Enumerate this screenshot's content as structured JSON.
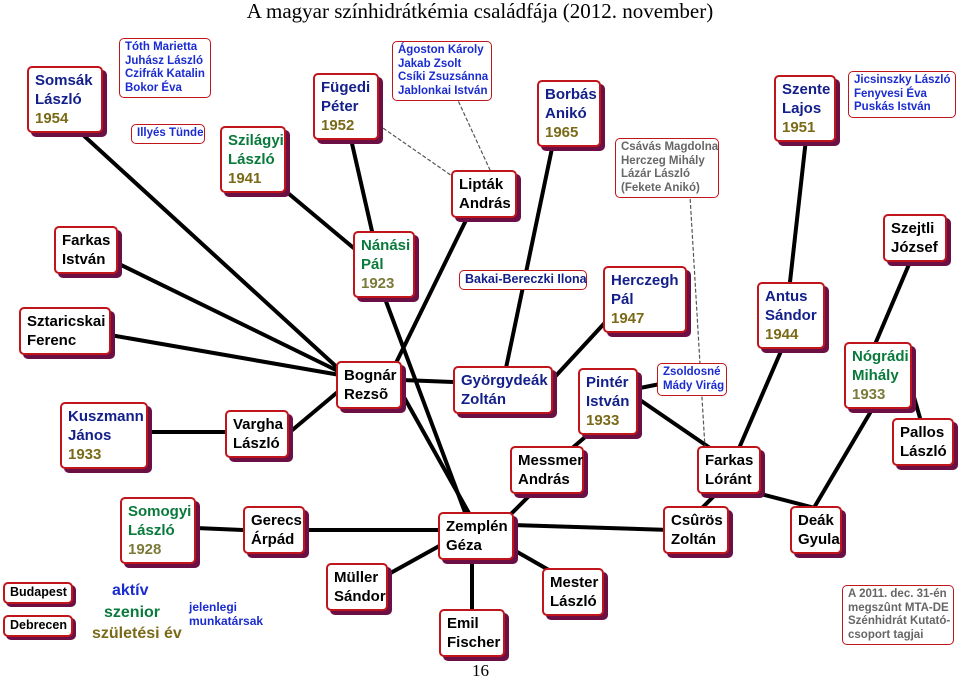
{
  "title": "A magyar színhidrátkémia családfája (2012. november)",
  "page_number": "16",
  "colors": {
    "border": "#c0151b",
    "shadow": "#6b0f45",
    "budapest_text": "#000000",
    "debrecen_text": "#14208a",
    "active": "#0a7a3c",
    "senior": "#1a2bd0",
    "staff": "#1a2bd0",
    "deceased_note": "#666666",
    "year": "#7a6a18"
  },
  "nodes": {
    "somsak": {
      "lines": [
        "Somsák",
        "László"
      ],
      "year": "1954"
    },
    "toth_group": {
      "lines": [
        "Tóth Marietta",
        "Juhász László",
        "Czifrák Katalin",
        "Bokor Éva"
      ]
    },
    "illyes": {
      "lines": [
        "Illyés Tünde"
      ]
    },
    "szilagyi": {
      "lines": [
        "Szilágyi",
        "László"
      ],
      "year": "1941"
    },
    "fugedi": {
      "lines": [
        "Fügedi",
        "Péter"
      ],
      "year": "1952"
    },
    "agoston_group": {
      "lines": [
        "Ágoston Károly",
        "Jakab Zsolt",
        "Csíki Zsuzsánna",
        "Jablonkai István"
      ]
    },
    "liptak": {
      "lines": [
        "Lipták",
        "András"
      ]
    },
    "borbas": {
      "lines": [
        "Borbás",
        "Anikó"
      ],
      "year": "1965"
    },
    "csavas_group": {
      "lines": [
        "Csávás Magdolna",
        "Herczeg Mihály",
        "Lázár László",
        "(Fekete Anikó)"
      ]
    },
    "szente": {
      "lines": [
        "Szente",
        "Lajos"
      ],
      "year": "1951"
    },
    "jicsinszky_group": {
      "lines": [
        "Jicsinszky László",
        "Fenyvesi Éva",
        "Puskás István"
      ]
    },
    "farkas_istvan": {
      "lines": [
        "Farkas",
        "István"
      ]
    },
    "nanasi": {
      "lines": [
        "Nánási",
        "Pál"
      ],
      "year": "1923"
    },
    "bakai": {
      "lines": [
        "Bakai-Bereczki Ilona"
      ]
    },
    "herczegh": {
      "lines": [
        "Herczegh",
        "Pál"
      ],
      "year": "1947"
    },
    "antus": {
      "lines": [
        "Antus",
        "Sándor"
      ],
      "year": "1944"
    },
    "szejtli": {
      "lines": [
        "Szejtli",
        "József"
      ]
    },
    "sztaricskai": {
      "lines": [
        "Sztaricskai",
        "Ferenc"
      ]
    },
    "bognar": {
      "lines": [
        "Bognár",
        "Rezsõ"
      ]
    },
    "gyorgydeak": {
      "lines": [
        "Györgydeák",
        "Zoltán"
      ]
    },
    "pinter": {
      "lines": [
        "Pintér",
        "István"
      ],
      "year": "1933"
    },
    "zsoldosne": {
      "lines": [
        "Zsoldosné",
        "Mády Virág"
      ]
    },
    "nogradi": {
      "lines": [
        "Nógrádi",
        "Mihály"
      ],
      "year": "1933"
    },
    "kuszmann": {
      "lines": [
        "Kuszmann",
        "János"
      ],
      "year": "1933"
    },
    "vargha": {
      "lines": [
        "Vargha",
        "László"
      ]
    },
    "messmer": {
      "lines": [
        "Messmer",
        "András"
      ]
    },
    "farkas_lorant": {
      "lines": [
        "Farkas",
        "Lóránt"
      ]
    },
    "pallos": {
      "lines": [
        "Pallos",
        "László"
      ]
    },
    "somogyi": {
      "lines": [
        "Somogyi",
        "László"
      ],
      "year": "1928"
    },
    "gerecs": {
      "lines": [
        "Gerecs",
        "Árpád"
      ]
    },
    "zemplen": {
      "lines": [
        "Zemplén",
        "Géza"
      ]
    },
    "csuros": {
      "lines": [
        "Csûrös",
        "Zoltán"
      ]
    },
    "deak": {
      "lines": [
        "Deák",
        "Gyula"
      ]
    },
    "muller": {
      "lines": [
        "Müller",
        "Sándor"
      ]
    },
    "mester": {
      "lines": [
        "Mester",
        "László"
      ]
    },
    "emil_fischer": {
      "lines": [
        "Emil",
        "Fischer"
      ]
    }
  },
  "legend": {
    "budapest": "Budapest",
    "debrecen": "Debrecen",
    "active": "aktív",
    "senior": "szenior",
    "birth_year": "születési év",
    "staff": [
      "jelenlegi",
      "munkatársak"
    ],
    "deceased_note": [
      "A 2011. dec. 31-én",
      "megszûnt MTA-DE",
      "Szénhidrát Kutató-",
      "csoport tagjai"
    ]
  }
}
